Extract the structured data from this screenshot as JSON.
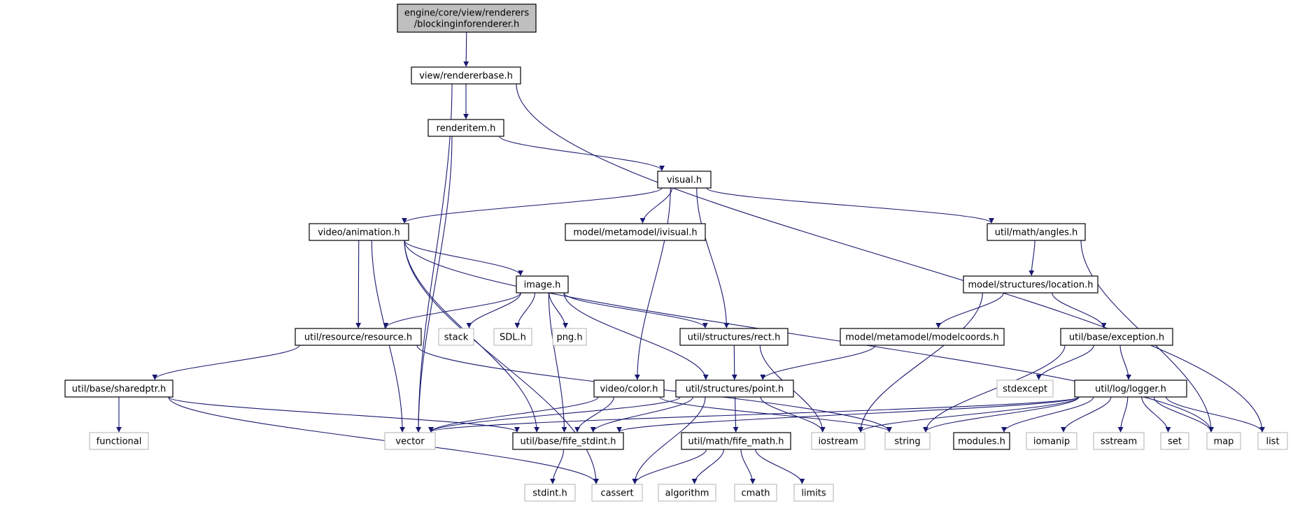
{
  "diagram": {
    "colors": {
      "edge": "#191970",
      "border_normal": "#000000",
      "border_external": "#bfbfbf",
      "fill_normal": "#ffffff",
      "fill_root": "#bfbfbf"
    },
    "nodes": [
      {
        "id": "root",
        "kind": "root",
        "lines": [
          "engine/core/view/renderers",
          "/blockinginforenderer.h"
        ]
      },
      {
        "id": "rendererbase",
        "kind": "normal",
        "lines": [
          "view/rendererbase.h"
        ]
      },
      {
        "id": "renderitem",
        "kind": "normal",
        "lines": [
          "renderitem.h"
        ]
      },
      {
        "id": "visual",
        "kind": "normal",
        "lines": [
          "visual.h"
        ]
      },
      {
        "id": "animation",
        "kind": "normal",
        "lines": [
          "video/animation.h"
        ]
      },
      {
        "id": "ivisual",
        "kind": "normal",
        "lines": [
          "model/metamodel/ivisual.h"
        ]
      },
      {
        "id": "angles",
        "kind": "normal",
        "lines": [
          "util/math/angles.h"
        ]
      },
      {
        "id": "image",
        "kind": "normal",
        "lines": [
          "image.h"
        ]
      },
      {
        "id": "location",
        "kind": "normal",
        "lines": [
          "model/structures/location.h"
        ]
      },
      {
        "id": "resource",
        "kind": "normal",
        "lines": [
          "util/resource/resource.h"
        ]
      },
      {
        "id": "stack",
        "kind": "external",
        "lines": [
          "stack"
        ]
      },
      {
        "id": "sdl",
        "kind": "external",
        "lines": [
          "SDL.h"
        ]
      },
      {
        "id": "png",
        "kind": "external",
        "lines": [
          "png.h"
        ]
      },
      {
        "id": "rect",
        "kind": "normal",
        "lines": [
          "util/structures/rect.h"
        ]
      },
      {
        "id": "modelcoords",
        "kind": "normal",
        "lines": [
          "model/metamodel/modelcoords.h"
        ]
      },
      {
        "id": "exception",
        "kind": "normal",
        "lines": [
          "util/base/exception.h"
        ]
      },
      {
        "id": "sharedptr",
        "kind": "normal",
        "lines": [
          "util/base/sharedptr.h"
        ]
      },
      {
        "id": "color",
        "kind": "normal",
        "lines": [
          "video/color.h"
        ]
      },
      {
        "id": "point",
        "kind": "normal",
        "lines": [
          "util/structures/point.h"
        ]
      },
      {
        "id": "stdexcept",
        "kind": "external",
        "lines": [
          "stdexcept"
        ]
      },
      {
        "id": "logger",
        "kind": "normal",
        "lines": [
          "util/log/logger.h"
        ]
      },
      {
        "id": "functional",
        "kind": "external",
        "lines": [
          "functional"
        ]
      },
      {
        "id": "vector",
        "kind": "external",
        "lines": [
          "vector"
        ]
      },
      {
        "id": "fife_stdint",
        "kind": "normal",
        "lines": [
          "util/base/fife_stdint.h"
        ]
      },
      {
        "id": "fife_math",
        "kind": "normal",
        "lines": [
          "util/math/fife_math.h"
        ]
      },
      {
        "id": "iostream",
        "kind": "external",
        "lines": [
          "iostream"
        ]
      },
      {
        "id": "string",
        "kind": "external",
        "lines": [
          "string"
        ]
      },
      {
        "id": "modules",
        "kind": "normal",
        "lines": [
          "modules.h"
        ]
      },
      {
        "id": "iomanip",
        "kind": "external",
        "lines": [
          "iomanip"
        ]
      },
      {
        "id": "sstream",
        "kind": "external",
        "lines": [
          "sstream"
        ]
      },
      {
        "id": "set",
        "kind": "external",
        "lines": [
          "set"
        ]
      },
      {
        "id": "map",
        "kind": "external",
        "lines": [
          "map"
        ]
      },
      {
        "id": "list",
        "kind": "external",
        "lines": [
          "list"
        ]
      },
      {
        "id": "stdint",
        "kind": "external",
        "lines": [
          "stdint.h"
        ]
      },
      {
        "id": "cassert",
        "kind": "external",
        "lines": [
          "cassert"
        ]
      },
      {
        "id": "algorithm",
        "kind": "external",
        "lines": [
          "algorithm"
        ]
      },
      {
        "id": "cmath",
        "kind": "external",
        "lines": [
          "cmath"
        ]
      },
      {
        "id": "limits",
        "kind": "external",
        "lines": [
          "limits"
        ]
      }
    ],
    "edges": [
      [
        "root",
        "rendererbase"
      ],
      [
        "rendererbase",
        "renderitem"
      ],
      [
        "rendererbase",
        "vector"
      ],
      [
        "rendererbase",
        "list"
      ],
      [
        "renderitem",
        "visual"
      ],
      [
        "renderitem",
        "vector"
      ],
      [
        "visual",
        "animation"
      ],
      [
        "visual",
        "ivisual"
      ],
      [
        "visual",
        "angles"
      ],
      [
        "visual",
        "rect"
      ],
      [
        "visual",
        "color"
      ],
      [
        "animation",
        "image"
      ],
      [
        "animation",
        "resource"
      ],
      [
        "animation",
        "vector"
      ],
      [
        "animation",
        "fife_stdint"
      ],
      [
        "animation",
        "cassert"
      ],
      [
        "animation",
        "map"
      ],
      [
        "angles",
        "location"
      ],
      [
        "angles",
        "map"
      ],
      [
        "image",
        "resource"
      ],
      [
        "image",
        "stack"
      ],
      [
        "image",
        "sdl"
      ],
      [
        "image",
        "png"
      ],
      [
        "image",
        "rect"
      ],
      [
        "image",
        "point"
      ],
      [
        "image",
        "fife_stdint"
      ],
      [
        "location",
        "modelcoords"
      ],
      [
        "location",
        "exception"
      ],
      [
        "location",
        "iostream"
      ],
      [
        "resource",
        "sharedptr"
      ],
      [
        "resource",
        "string"
      ],
      [
        "rect",
        "point"
      ],
      [
        "rect",
        "iostream"
      ],
      [
        "modelcoords",
        "point"
      ],
      [
        "exception",
        "stdexcept"
      ],
      [
        "exception",
        "logger"
      ],
      [
        "exception",
        "string"
      ],
      [
        "sharedptr",
        "functional"
      ],
      [
        "sharedptr",
        "fife_stdint"
      ],
      [
        "sharedptr",
        "cassert"
      ],
      [
        "color",
        "vector"
      ],
      [
        "color",
        "fife_stdint"
      ],
      [
        "color",
        "string"
      ],
      [
        "point",
        "fife_math"
      ],
      [
        "point",
        "fife_stdint"
      ],
      [
        "point",
        "iostream"
      ],
      [
        "point",
        "cassert"
      ],
      [
        "point",
        "vector"
      ],
      [
        "logger",
        "modules"
      ],
      [
        "logger",
        "iomanip"
      ],
      [
        "logger",
        "sstream"
      ],
      [
        "logger",
        "set"
      ],
      [
        "logger",
        "map"
      ],
      [
        "logger",
        "list"
      ],
      [
        "logger",
        "vector"
      ],
      [
        "logger",
        "string"
      ],
      [
        "logger",
        "iostream"
      ],
      [
        "logger",
        "fife_stdint"
      ],
      [
        "fife_stdint",
        "stdint"
      ],
      [
        "fife_math",
        "cassert"
      ],
      [
        "fife_math",
        "algorithm"
      ],
      [
        "fife_math",
        "cmath"
      ],
      [
        "fife_math",
        "limits"
      ]
    ]
  }
}
